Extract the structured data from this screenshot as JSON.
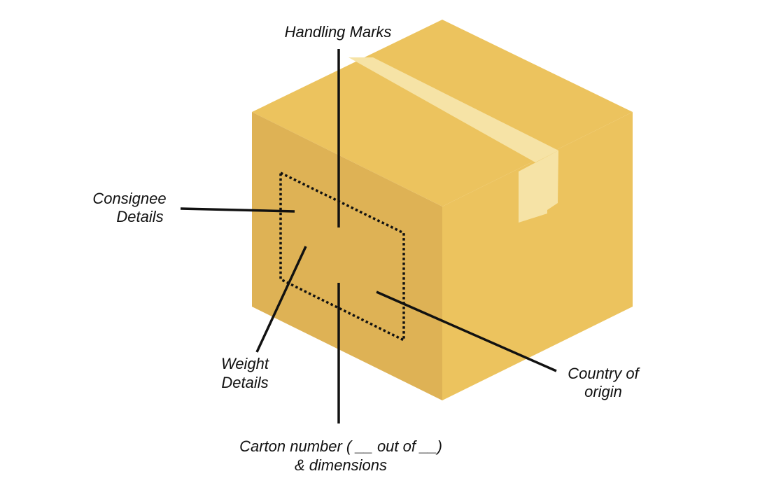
{
  "labels": {
    "handling_marks": "Handling Marks",
    "consignee_line1": "Consignee",
    "consignee_line2": "Details",
    "weight_line1": "Weight",
    "weight_line2": "Details",
    "carton_line1": "Carton number ( __ out of __)",
    "carton_line2": "& dimensions",
    "country_line1": "Country of",
    "country_line2": "origin"
  },
  "colors": {
    "box_top": "#ecc35e",
    "box_front": "#deb255",
    "box_side": "#ecc35e",
    "tape_top": "#f6e3a6",
    "tape_side": "#f6e3a6",
    "lines": "#111111"
  }
}
